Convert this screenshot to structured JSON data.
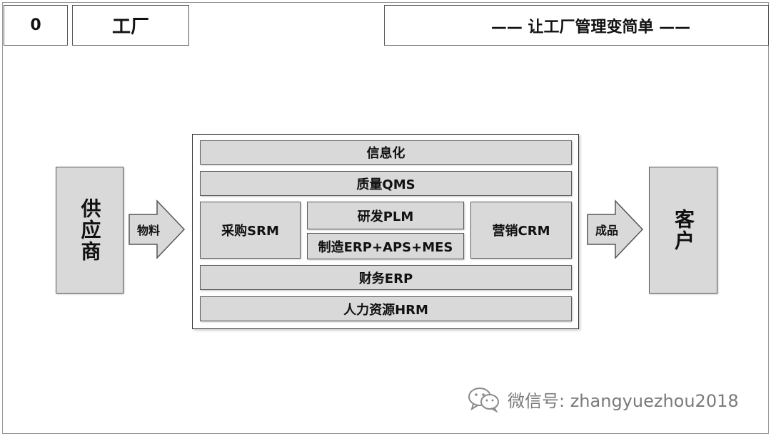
{
  "header": {
    "number": "0",
    "title": "工厂",
    "slogan": "—— 让工厂管理变简单 ——"
  },
  "supplier": {
    "label": "供应商"
  },
  "customer": {
    "label": "客户"
  },
  "arrows": {
    "input_label": "物料",
    "output_label": "成品"
  },
  "system": {
    "info": "信息化",
    "qms": "质量QMS",
    "srm": "采购SRM",
    "plm": "研发PLM",
    "manufacturing": "制造ERP+APS+MES",
    "crm": "营销CRM",
    "finance": "财务ERP",
    "hrm": "人力资源HRM"
  },
  "watermark": {
    "icon": "wechat-icon",
    "text": "微信号: zhangyuezhou2018"
  }
}
